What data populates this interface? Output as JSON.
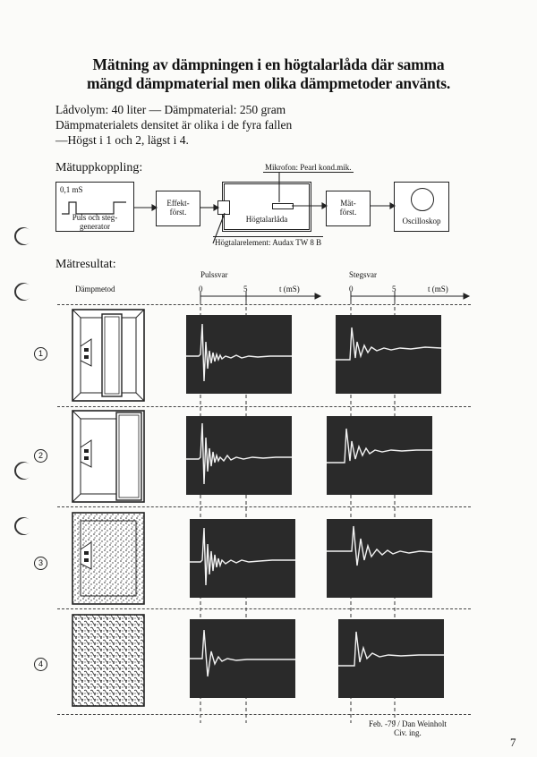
{
  "title": {
    "line1": "Mätning av dämpningen i en högtalarlåda där samma",
    "line2": "mängd dämpmaterial men olika dämpmetoder använts."
  },
  "info": {
    "line1": "Lådvolym: 40 liter — Dämpmaterial: 250 gram",
    "line2": "Dämpmaterialets densitet är olika i de fyra fallen",
    "line3": "—Högst i 1 och 2, lägst i 4."
  },
  "setup": {
    "heading": "Mätuppkoppling:",
    "mic_label": "Mikrofon: Pearl kond.mik.",
    "generator_value": "0,1 mS",
    "generator_line1": "Puls och steg-",
    "generator_line2": "generator",
    "amp_line1": "Effekt-",
    "amp_line2": "först.",
    "enclosure": "Högtalarlåda",
    "meas_line1": "Mät-",
    "meas_line2": "först.",
    "scope": "Oscilloskop",
    "element_label": "Högtalarelement: Audax TW 8 B"
  },
  "results": {
    "heading": "Mätresultat:",
    "method_col": "Dämpmetod",
    "pulse_col": "Pulssvar",
    "step_col": "Stegsvar",
    "axis_0": "0",
    "axis_5": "5",
    "axis_unit": "t (mS)",
    "rows": [
      {
        "num": "1"
      },
      {
        "num": "2"
      },
      {
        "num": "3"
      },
      {
        "num": "4"
      }
    ]
  },
  "footer": {
    "line1": "Feb. -79 / Dan Weinholt",
    "line2": "Civ. ing."
  },
  "page_number": "7"
}
